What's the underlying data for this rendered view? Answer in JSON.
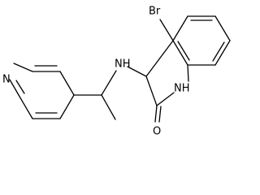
{
  "molecule": {
    "atom_labels": {
      "bromine": "Br",
      "amine_nh": "NH",
      "lactam_nh": "NH",
      "pyridine_n": "N",
      "carbonyl_o": "O"
    }
  }
}
